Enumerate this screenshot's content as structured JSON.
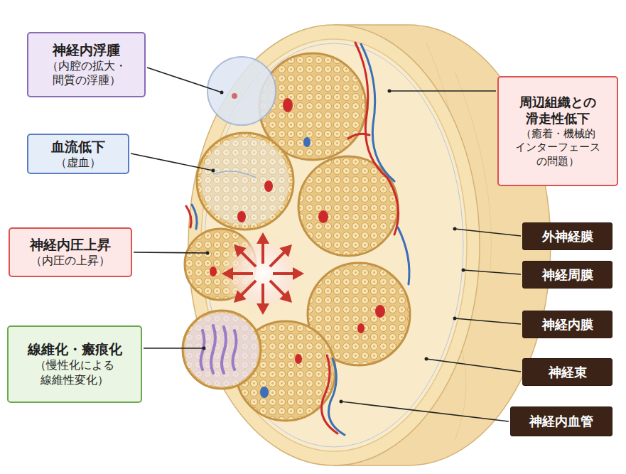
{
  "diagram": {
    "nodes": [
      {
        "text": [
          "神経内浮腫",
          "（内腔の拡大・ 間質の浮腫）"
        ]
      },
      {
        "text": [
          "血流低下",
          "（虚血）"
        ]
      },
      {
        "text": [
          "神経内圧上昇",
          "（内圧の上昇）"
        ]
      },
      {
        "text": [
          "線維化・瘢痕化",
          "（慢性化による 線維性変化）"
        ]
      },
      {
        "text": [
          "周辺組織との 滑走性低下",
          "（癒着・機械的 インターフェース の問題）"
        ]
      },
      {
        "text": [
          "外神経膜"
        ]
      },
      {
        "text": [
          "神経周膜"
        ]
      },
      {
        "text": [
          "神経内膜"
        ]
      },
      {
        "text": [
          "神経束"
        ]
      },
      {
        "text": [
          "神経内血管"
        ]
      }
    ]
  }
}
